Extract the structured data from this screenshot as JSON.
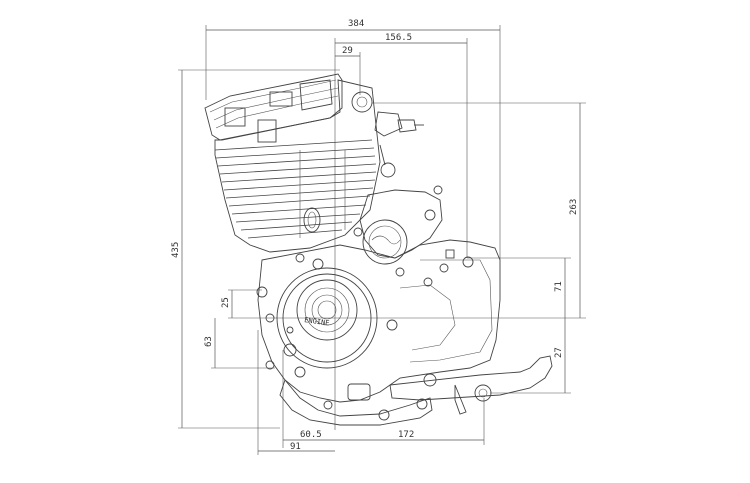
{
  "drawing": {
    "colors": {
      "line": "#444444",
      "background": "#ffffff"
    },
    "dimensions": {
      "overall_width": "384",
      "upper_width": "156.5",
      "head_offset": "29",
      "overall_height": "435",
      "right_height": "263",
      "mid_right_height": "71",
      "low_right_height": "27",
      "left_small": "25",
      "left_mid": "63",
      "bottom_small": "60.5",
      "bottom_left": "91",
      "bottom_right": "172"
    },
    "casting_text": "ENGINE"
  }
}
